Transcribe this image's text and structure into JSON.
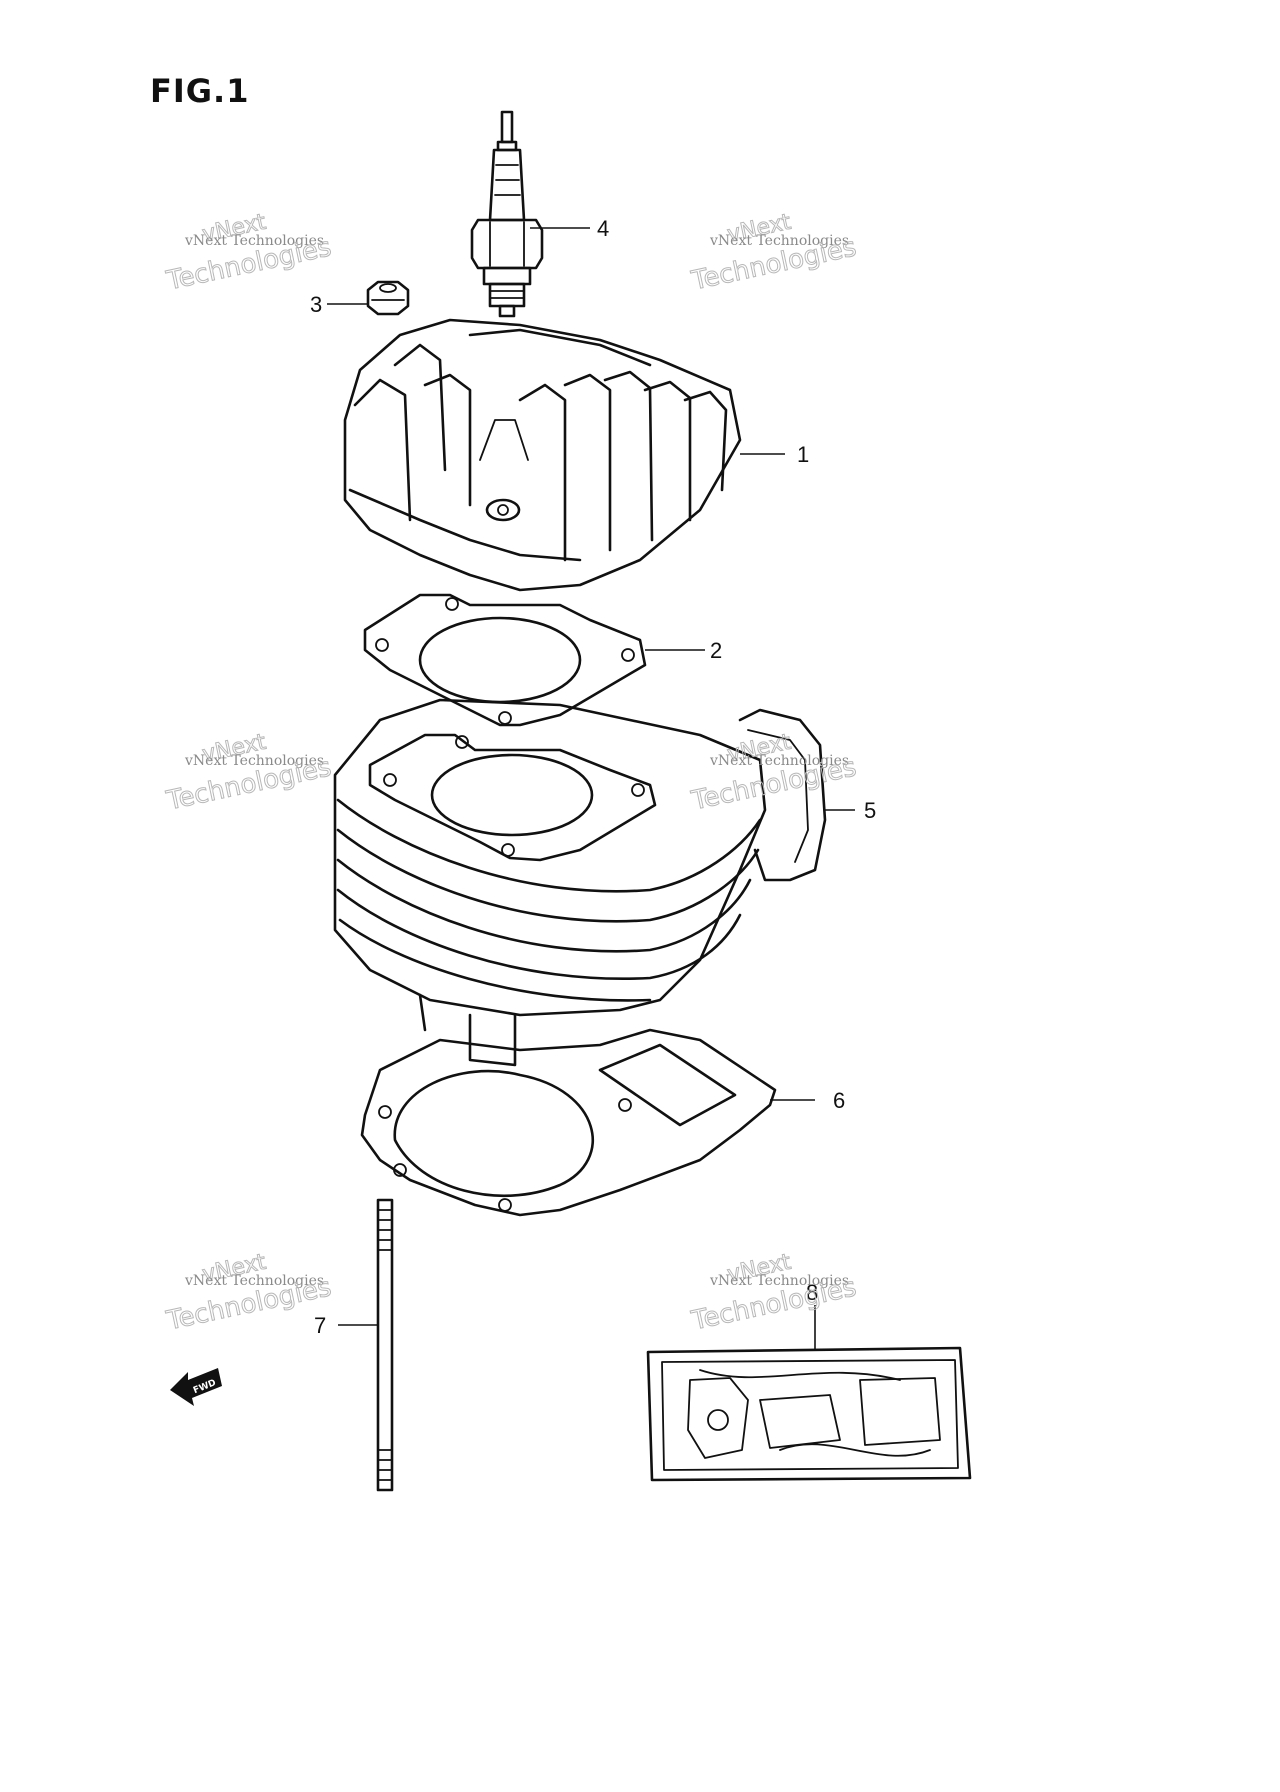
{
  "figure": {
    "title": "FIG.1"
  },
  "callouts": [
    {
      "id": "1",
      "label": "1"
    },
    {
      "id": "2",
      "label": "2"
    },
    {
      "id": "3",
      "label": "3"
    },
    {
      "id": "4",
      "label": "4"
    },
    {
      "id": "5",
      "label": "5"
    },
    {
      "id": "6",
      "label": "6"
    },
    {
      "id": "7",
      "label": "7"
    },
    {
      "id": "8",
      "label": "8"
    }
  ],
  "fwd_marker": {
    "label": "FWD"
  },
  "watermark": {
    "line1": "vNext Technologies",
    "line2": "vNext",
    "line3": "Technologies"
  }
}
